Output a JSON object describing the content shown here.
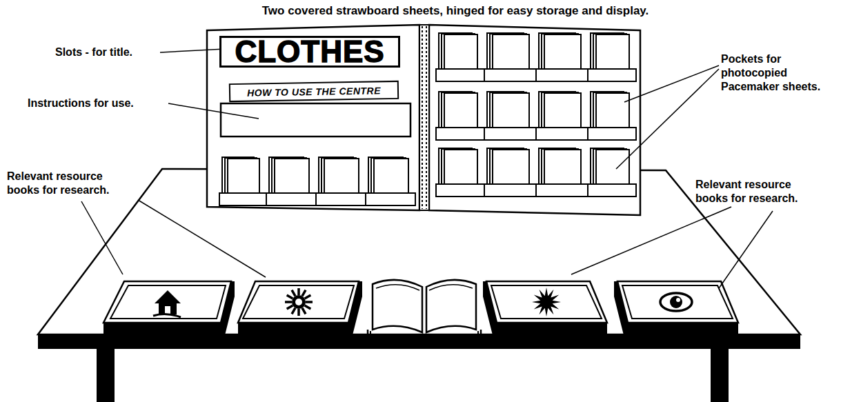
{
  "diagram": {
    "nodes": [
      {
        "text": [
          "CLOTHES"
        ]
      },
      {
        "text": [
          "HOW TO USE THE CENTRE"
        ]
      }
    ],
    "labels": [
      "Two covered strawboard sheets, hinged for easy storage and display.",
      "Slots - for title.",
      "Instructions for use.",
      "Relevant resource books for research.",
      "Relevant resource books for research.",
      "Pockets for photocopied Pacemaker sheets."
    ]
  }
}
